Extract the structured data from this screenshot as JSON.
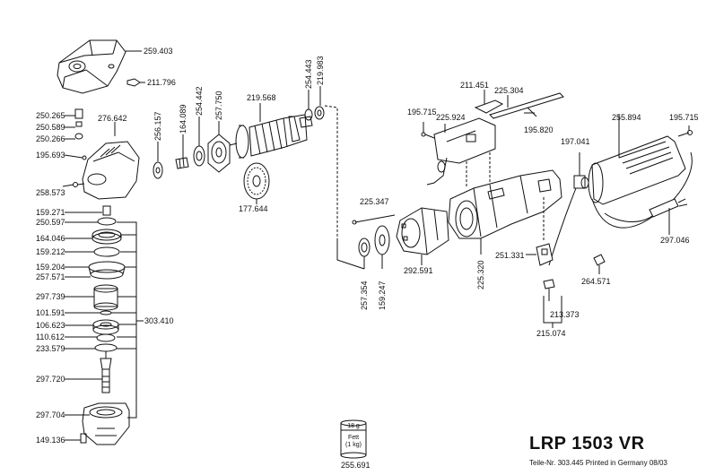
{
  "title": "LRP 1503 VR",
  "footer": "Teile-Nr. 303.445  Printed in Germany  08/03",
  "grease_can": {
    "weight": "18 g",
    "label_line1": "Fett",
    "label_line2": "(1 kg)",
    "part": "255.691"
  },
  "parts": {
    "p259403": "259.403",
    "p211796": "211.796",
    "p250265": "250.265",
    "p250589": "250.589",
    "p250266": "250.266",
    "p276642": "276.642",
    "p195693": "195.693",
    "p258573": "258.573",
    "p159271": "159.271",
    "p250597": "250.597",
    "p164046": "164.046",
    "p159212": "159.212",
    "p159204": "159.204",
    "p257571": "257.571",
    "p297739": "297.739",
    "p101591": "101.591",
    "p106623": "106.623",
    "p110612": "110.612",
    "p233579": "233.579",
    "p303410": "303.410",
    "p297720": "297.720",
    "p297704": "297.704",
    "p149136": "149.136",
    "p256157": "256.157",
    "p164089": "164.089",
    "p254442": "254.442",
    "p257750": "257.750",
    "p219568": "219.568",
    "p254443": "254.443",
    "p219983": "219.983",
    "p177644": "177.644",
    "p225347": "225.347",
    "p257354": "257.354",
    "p159247": "159.247",
    "p292591": "292.591",
    "p225320": "225.320",
    "p195715a": "195.715",
    "p225924": "225.924",
    "p211451": "211.451",
    "p225304": "225.304",
    "p195820": "195.820",
    "p251331": "251.331",
    "p213373": "213.373",
    "p215074": "215.074",
    "p264571": "264.571",
    "p197041": "197.041",
    "p255894": "255.894",
    "p195715b": "195.715",
    "p297046": "297.046"
  }
}
